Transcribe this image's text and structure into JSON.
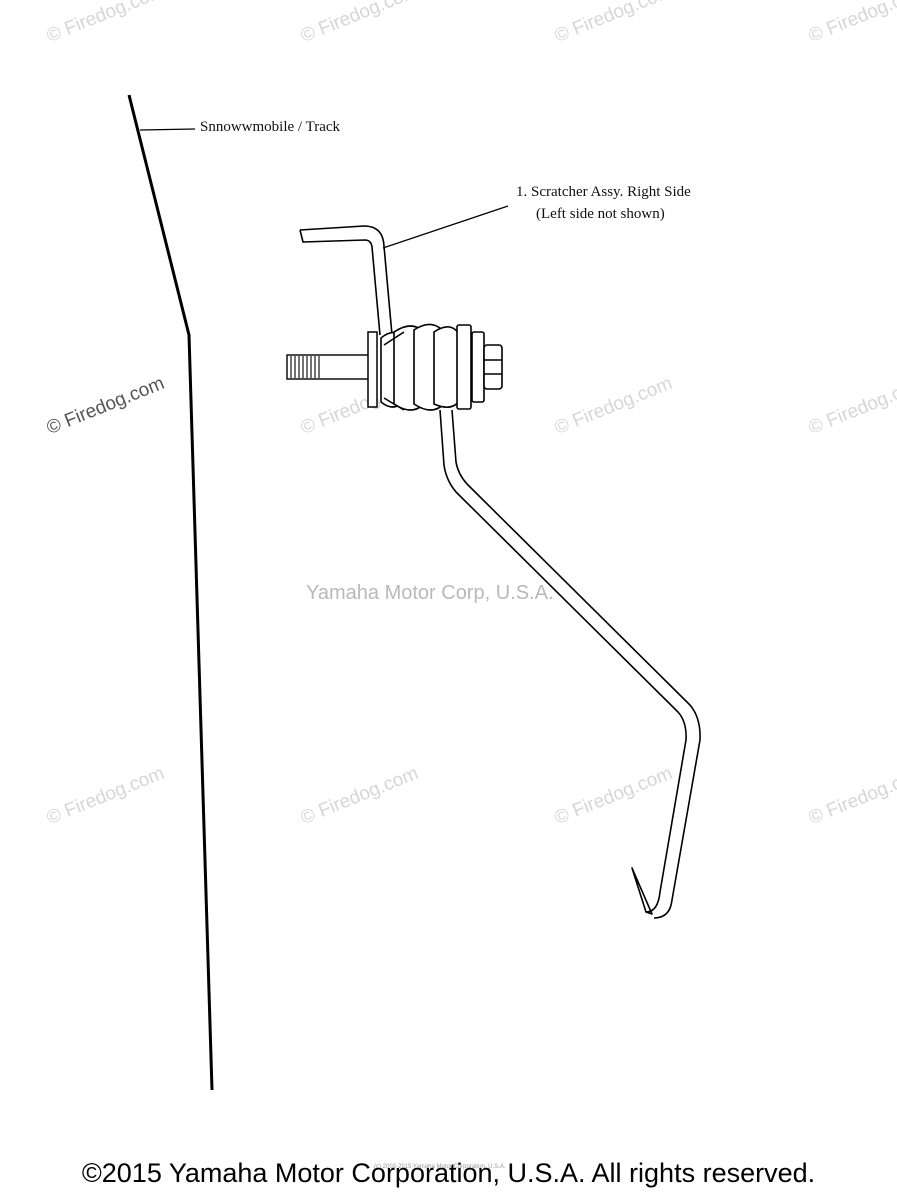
{
  "watermark": {
    "site": "© Firedog.com",
    "owner": "Yamaha Motor Corp, U.S.A."
  },
  "labels": {
    "track": "Snnowwmobile / Track",
    "part_1_line1": "1. Scratcher Assy. Right Side",
    "part_1_line2": "(Left side not shown)"
  },
  "footer": {
    "copyright": "©2015 Yamaha Motor Corporation, U.S.A. All rights reserved.",
    "fine_print": "(c) 2003-2015 Yamaha Motor Corporation, U.S.A."
  }
}
